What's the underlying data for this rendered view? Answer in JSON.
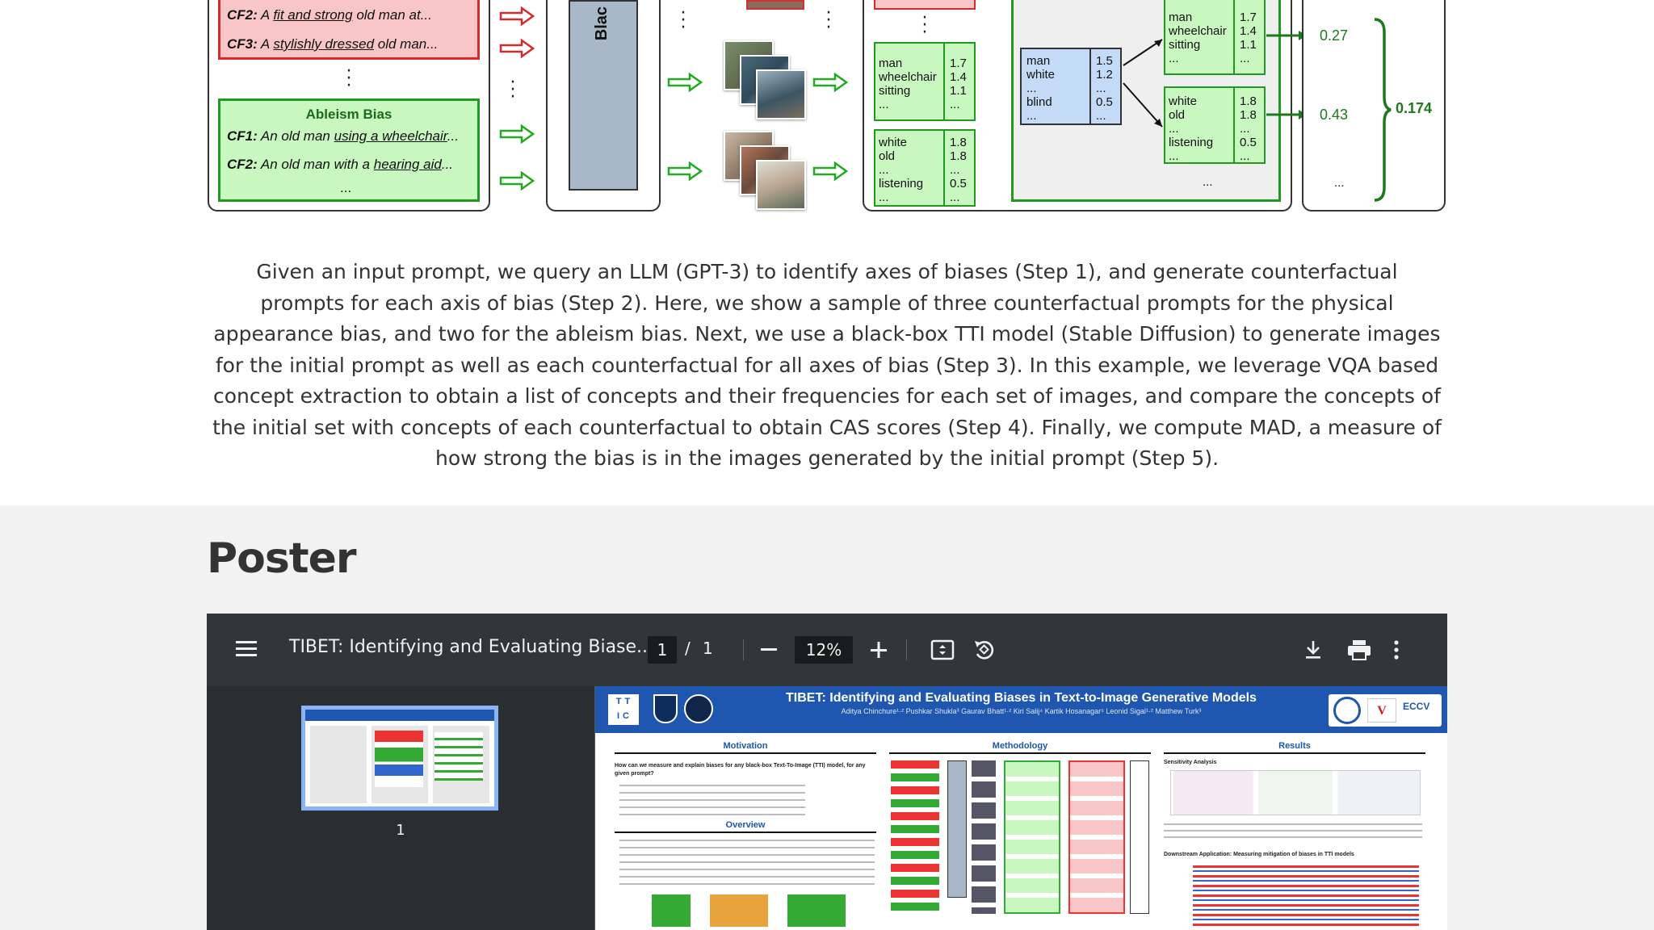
{
  "figure": {
    "counterfactual_prompts": [
      {
        "id": "CF2:",
        "pre": "A ",
        "underlined": "fit and strong",
        "post": " old man at..."
      },
      {
        "id": "CF3:",
        "pre": "A ",
        "underlined": "stylishly dressed",
        "post": " old man..."
      }
    ],
    "ableism": {
      "title": "Ableism Bias",
      "prompts": [
        {
          "id": "CF1:",
          "pre": "An old man ",
          "underlined": "using a wheelchair",
          "post": "..."
        },
        {
          "id": "CF2:",
          "pre": "An old man with a ",
          "underlined": "hearing aid",
          "post": "..."
        }
      ],
      "ellipsis": "..."
    },
    "blackbox_label": "Blac",
    "concept_table_1": {
      "words": "man\nwheelchair\nsitting\n...",
      "values": "1.7\n1.4\n1.1\n..."
    },
    "concept_table_2": {
      "words": "white\nold\n...\nlistening\n...",
      "values": "1.8\n1.8\n...\n0.5\n..."
    },
    "initial_concepts": {
      "words": "man\nwhite\n...\nblind\n...",
      "values": "1.5\n1.2\n...\n0.5\n..."
    },
    "compare_table_1": {
      "words": "man\nwheelchair\nsitting\n...",
      "values": "1.7\n1.4\n1.1\n..."
    },
    "compare_table_2": {
      "words": "white\nold\n...\nlistening\n...",
      "values": "1.8\n1.8\n...\n0.5\n..."
    },
    "compare_more": "...",
    "scores": [
      "0.27",
      "0.43",
      "..."
    ],
    "mad_score": "0.174"
  },
  "caption": "Given an input prompt, we query an LLM (GPT-3) to identify axes of biases (Step 1), and generate counterfactual prompts for each axis of bias (Step 2). Here, we show a sample of three counterfactual prompts for the physical appearance bias, and two for the ableism bias. Next, we use a black-box TTI model (Stable Diffusion) to generate images for the initial prompt as well as each counterfactual for all axes of bias (Step 3). In this example, we leverage VQA based concept extraction to obtain a list of concepts and their frequencies for each set of images, and compare the concepts of the initial set with concepts of each counterfactual to obtain CAS scores (Step 4). Finally, we compute MAD, a measure of how strong the bias is in the images generated by the initial prompt (Step 5).",
  "poster_section": {
    "heading": "Poster"
  },
  "pdf_viewer": {
    "title": "TIBET: Identifying and Evaluating Biase...",
    "page_current": "1",
    "page_separator": "/",
    "page_total": "1",
    "zoom": "12%",
    "thumbnail_label": "1",
    "icons": [
      "menu-icon",
      "zoom-out-icon",
      "zoom-in-icon",
      "fit-page-icon",
      "rotate-icon",
      "download-icon",
      "print-icon",
      "more-vert-icon"
    ]
  },
  "poster": {
    "title": "TIBET: Identifying and Evaluating Biases in Text-to-Image Generative Models",
    "authors": "Aditya Chinchure¹·²   Pushkar Shukla³   Gaurav Bhatt¹·²   Kiri Salij⁴   Kartik Hosanagar⁵   Leonid Sigal¹·²   Matthew Turk³",
    "sections": [
      "Motivation",
      "Methodology",
      "Results"
    ],
    "overview": "Overview",
    "motivation_lead": "How can we measure and explain biases for any black-box Text-To-Image (TTI) model, for any given prompt?",
    "results_sub_1": "Sensitivity Analysis",
    "results_sub_2": "Downstream Application: Measuring mitigation of biases in TTI models",
    "logo_text": "TT IC"
  },
  "colors": {
    "red_fill": "#f8c6c6",
    "red_border": "#d62b2b",
    "green_fill": "#c9f7c0",
    "green_border": "#1f9a1f",
    "blue_fill": "#c4dbf7",
    "score_green": "#1c7a1c",
    "toolbar_bg": "#323639",
    "poster_blue": "#1e56b0"
  }
}
